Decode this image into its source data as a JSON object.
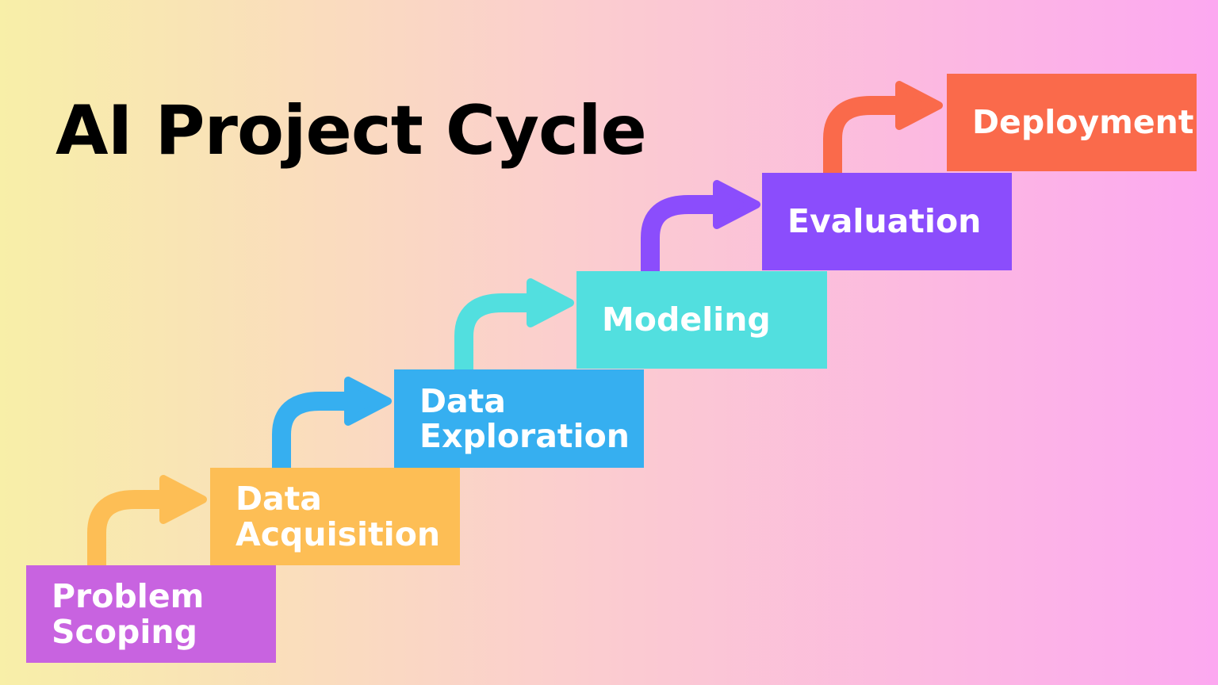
{
  "title": "AI Project Cycle",
  "background": {
    "gradient_from": "#F8EFA8",
    "gradient_mid": "#FBCFCD",
    "gradient_to": "#FCA8F0",
    "direction": "left-to-right"
  },
  "stages": [
    {
      "id": "problem-scoping",
      "label": "Problem\nScoping",
      "color": "#C863E0",
      "order": 1
    },
    {
      "id": "data-acquisition",
      "label": "Data\nAcquisition",
      "color": "#FDBE55",
      "order": 2
    },
    {
      "id": "data-exploration",
      "label": "Data\nExploration",
      "color": "#36AFF0",
      "order": 3
    },
    {
      "id": "modeling",
      "label": "Modeling",
      "color": "#52DFDF",
      "order": 4
    },
    {
      "id": "evaluation",
      "label": "Evaluation",
      "color": "#8B4DFC",
      "order": 5
    },
    {
      "id": "deployment",
      "label": "Deployment",
      "color": "#FA6A4B",
      "order": 6
    }
  ],
  "arrows": [
    {
      "id": "arrow-problem-scoping-to-data-acquisition",
      "color": "#FDBE55",
      "from": "problem-scoping",
      "to": "data-acquisition"
    },
    {
      "id": "arrow-data-acquisition-to-data-exploration",
      "color": "#36AFF0",
      "from": "data-acquisition",
      "to": "data-exploration"
    },
    {
      "id": "arrow-data-exploration-to-modeling",
      "color": "#52DFDF",
      "from": "data-exploration",
      "to": "modeling"
    },
    {
      "id": "arrow-modeling-to-evaluation",
      "color": "#8B4DFC",
      "from": "modeling",
      "to": "evaluation"
    },
    {
      "id": "arrow-evaluation-to-deployment",
      "color": "#FA6A4B",
      "from": "evaluation",
      "to": "deployment"
    }
  ]
}
